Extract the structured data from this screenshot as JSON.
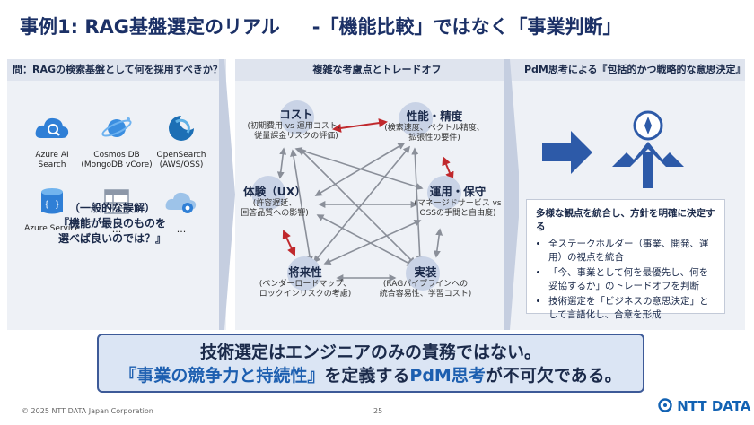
{
  "slide": {
    "title_main": "事例1: RAG基盤選定のリアル",
    "title_sub": "-「機能比較」ではなく「事業判断」"
  },
  "left_panel": {
    "header": "問：RAGの検索基盤として何を採用すべきか？",
    "services": [
      {
        "name": "Azure AI\nSearch",
        "icon": "search-cloud-icon"
      },
      {
        "name": "Cosmos DB\n(MongoDB vCore)",
        "icon": "planet-icon"
      },
      {
        "name": "OpenSearch\n(AWS/OSS)",
        "icon": "opensearch-icon"
      },
      {
        "name": "Azure Service",
        "icon": "code-braces-icon"
      },
      {
        "name": "...",
        "icon": "table-grid-icon"
      },
      {
        "name": "...",
        "icon": "cloud-gear-icon"
      }
    ],
    "misconception_title": "（一般的な誤解）",
    "misconception_line1": "『機能が最良のものを",
    "misconception_line2": "選べば良いのでは？』"
  },
  "middle_panel": {
    "header": "複雑な考慮点とトレードオフ",
    "nodes": [
      {
        "key": "cost",
        "title": "コスト",
        "sub": "(初期費用 vs 運用コスト、\n従量課金リスクの評価)"
      },
      {
        "key": "perf",
        "title": "性能・精度",
        "sub": "(検索速度、ベクトル精度、\n拡張性の要件)"
      },
      {
        "key": "ux",
        "title": "体験（UX）",
        "sub": "(許容遅延、\n回答品質への影響)"
      },
      {
        "key": "ops",
        "title": "運用・保守",
        "sub": "(マネージドサービス vs\nOSSの手間と自由度)"
      },
      {
        "key": "future",
        "title": "将来性",
        "sub": "(ベンダーロードマップ、\nロックインリスクの考慮)"
      },
      {
        "key": "impl",
        "title": "実装",
        "sub": "(RAGパイプラインへの\n統合容易性、学習コスト)"
      }
    ]
  },
  "right_panel": {
    "header": "PdM思考による『包括的かつ戦略的な意思決定』",
    "box_title": "多様な観点を統合し、方針を明確に決定する",
    "bullets": [
      "全ステークホルダー（事業、開発、運用）の視点を統合",
      "「今、事業として何を最優先し、何を妥協するか」のトレードオフを判断",
      "技術選定を「ビジネスの意思決定」として言語化し、合意を形成"
    ]
  },
  "banner": {
    "line1": "技術選定はエンジニアのみの責務ではない。",
    "line2_hl1": "『事業の競争力と持続性』",
    "line2_mid": "を定義する",
    "line2_hl2": "PdM思考",
    "line2_end": "が不可欠である。"
  },
  "footer": {
    "copyright": "© 2025 NTT DATA Japan Corporation",
    "page_number": "25",
    "logo_text": "NTT DATA"
  },
  "colors": {
    "navy": "#1b3066",
    "accent_blue": "#1d5fb0",
    "red_arrow": "#c0282c",
    "panel_bg": "#eef1f6"
  }
}
